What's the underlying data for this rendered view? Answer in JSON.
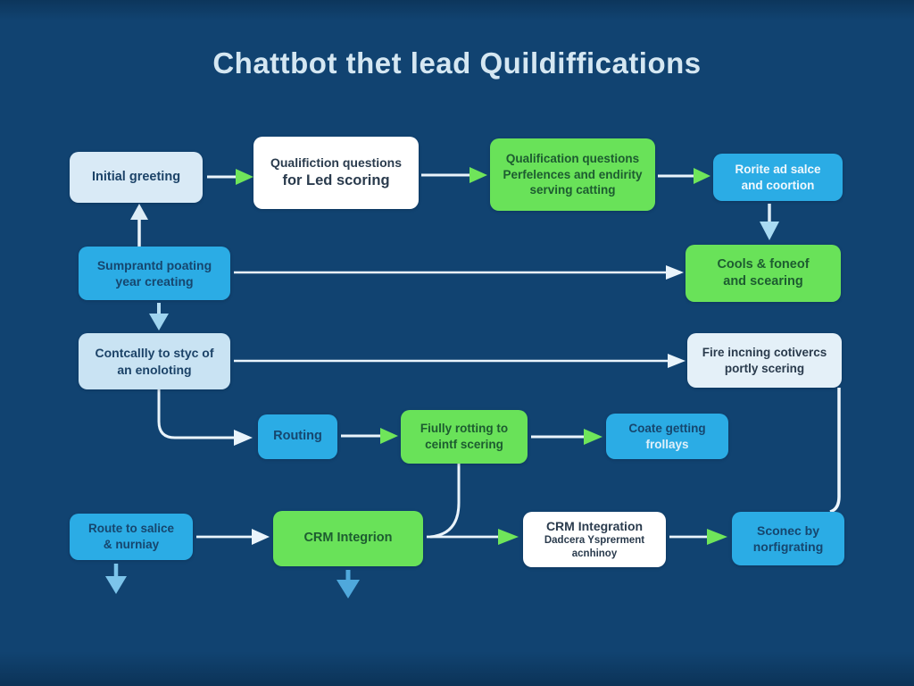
{
  "title": "Chattbot thet lead Quildiffications",
  "colors": {
    "background": "#114371",
    "box_blue": "#2bace5",
    "box_green": "#69e259",
    "box_light_blue": "#d9eaf6",
    "box_white": "#ffffff",
    "arrow_line": "#eaf4fb",
    "arrowhead_green": "#6fe55a",
    "arrowhead_light_blue": "#a9daf2",
    "arrowhead_blue": "#4fa8dc",
    "title_text": "#d5e7f2",
    "dark_text": "#16466e",
    "green_text": "#1d5c30"
  },
  "nodes": [
    {
      "id": "initial-greeting",
      "lines": [
        "Initial greeting"
      ]
    },
    {
      "id": "qualification-questions-lead-scoring",
      "lines": [
        "Qualifiction questions",
        "for Led scoring"
      ]
    },
    {
      "id": "qualification-questions-preferences",
      "lines": [
        "Qualification questions",
        "Perfelences and endirity",
        "serving catting"
      ]
    },
    {
      "id": "route-ad-sales",
      "lines": [
        "Rorite ad salce",
        "and coortion"
      ]
    },
    {
      "id": "summarized-posting",
      "lines": [
        "Sumprantd poating",
        "year creating"
      ]
    },
    {
      "id": "goals-and-scoring",
      "lines": [
        "Cools & foneof",
        "and scearing"
      ]
    },
    {
      "id": "contact-style",
      "lines": [
        "Contcallly to styc of",
        "an enoloting"
      ]
    },
    {
      "id": "fire-inching-scoring",
      "lines": [
        "Fire incning cotivercs",
        "portly scering"
      ]
    },
    {
      "id": "routing",
      "lines": [
        "Routing"
      ]
    },
    {
      "id": "fully-rotting-scoring",
      "lines": [
        "Fiully rotting to",
        "ceintf scering"
      ]
    },
    {
      "id": "coate-getting",
      "lines": [
        "Coate getting",
        "frollays"
      ]
    },
    {
      "id": "route-to-sales",
      "lines": [
        "Route to salice",
        "& nurniay"
      ]
    },
    {
      "id": "crm-integrion",
      "lines": [
        "CRM Integrion"
      ]
    },
    {
      "id": "crm-integration-detail",
      "lines": [
        "CRM Integration",
        "Dadcera Ysprerment",
        "acnhinoy"
      ]
    },
    {
      "id": "scored-by",
      "lines": [
        "Sconec by",
        "norfigrating"
      ]
    }
  ]
}
